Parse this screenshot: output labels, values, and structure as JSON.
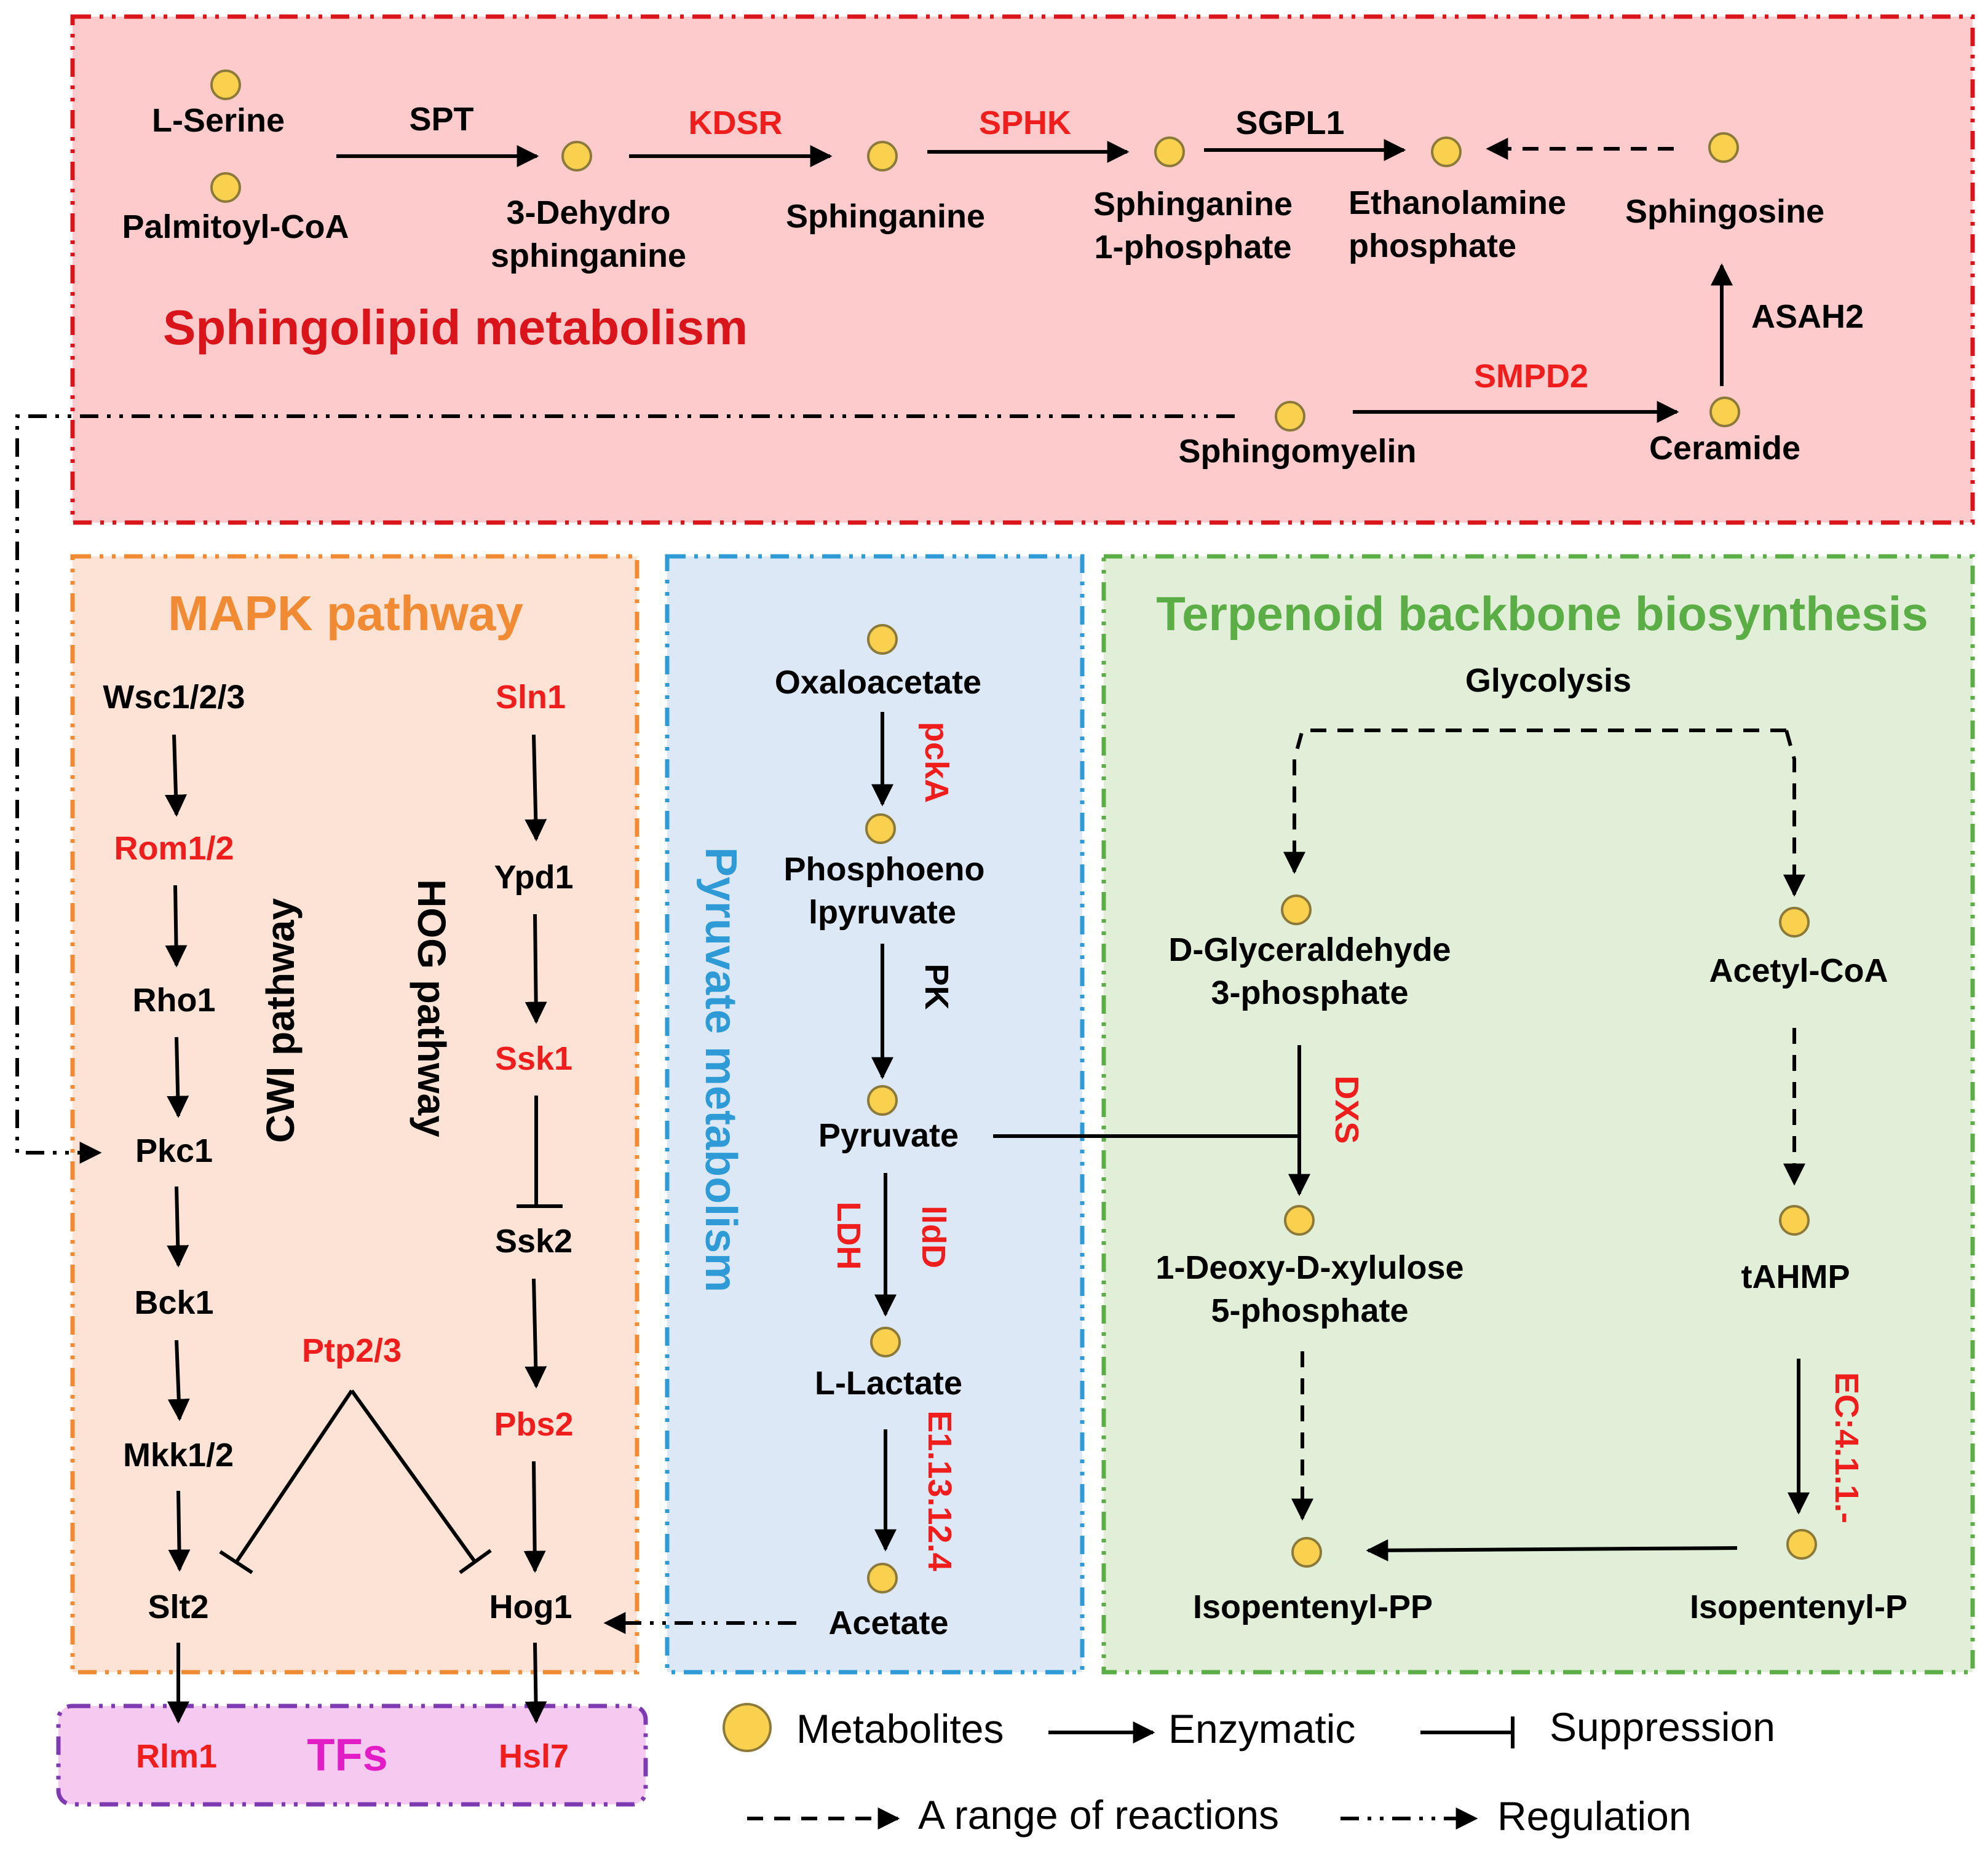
{
  "colors": {
    "sphingo_bg": "#FDCBCB",
    "sphingo_border": "#D9141A",
    "sphingo_title": "#D9141A",
    "mapk_bg": "#FDE3D6",
    "mapk_border": "#F08A33",
    "mapk_title": "#F08A33",
    "pyruvate_bg": "#DCE8F5",
    "pyruvate_border": "#2E9BD6",
    "pyruvate_title": "#2E9BD6",
    "terp_bg": "#E1EED8",
    "terp_border": "#5BAE45",
    "terp_title": "#5BAE45",
    "tf_bg": "#F6C9F1",
    "tf_border": "#7E3BB1",
    "tf_title": "#E21DC6",
    "highlight_text": "#F01D1D",
    "metabolite": "#F9D14F"
  },
  "sphingolipid": {
    "title": "Sphingolipid metabolism",
    "l_serine": "L-Serine",
    "palmitoyl_coa": "Palmitoyl-CoA",
    "spt": "SPT",
    "dehydro_1": "3-Dehydro",
    "dehydro_2": "sphinganine",
    "kdsr": "KDSR",
    "sphinganine": "Sphinganine",
    "sphk": "SPHK",
    "s1p_1": "Sphinganine",
    "s1p_2": "1-phosphate",
    "sgpl1": "SGPL1",
    "etha_1": "Ethanolamine",
    "etha_2": "phosphate",
    "sphingosine": "Sphingosine",
    "asah2": "ASAH2",
    "smpd2": "SMPD2",
    "sphingomyelin": "Sphingomyelin",
    "ceramide": "Ceramide"
  },
  "mapk": {
    "title": "MAPK pathway",
    "cwi": "CWI pathway",
    "hog": "HOG pathway",
    "wsc": "Wsc1/2/3",
    "rom": "Rom1/2",
    "rho1": "Rho1",
    "pkc1": "Pkc1",
    "bck1": "Bck1",
    "mkk": "Mkk1/2",
    "slt2": "Slt2",
    "ptp": "Ptp2/3",
    "sln1": "Sln1",
    "ypd1": "Ypd1",
    "ssk1": "Ssk1",
    "ssk2": "Ssk2",
    "pbs2": "Pbs2",
    "hog1": "Hog1"
  },
  "tfs": {
    "title": "TFs",
    "rlm1": "Rlm1",
    "hsl7": "Hsl7"
  },
  "pyruvate": {
    "title": "Pyruvate metabolism",
    "oxaloacetate": "Oxaloacetate",
    "pcka": "pckA",
    "pep_1": "Phosphoeno",
    "pep_2": "lpyruvate",
    "pk": "PK",
    "pyruvate": "Pyruvate",
    "ldh": "LDH",
    "lldd": "lldD",
    "lactate": "L-Lactate",
    "e1": "E1.13.12.4",
    "acetate": "Acetate"
  },
  "terpenoid": {
    "title": "Terpenoid backbone biosynthesis",
    "glycolysis": "Glycolysis",
    "g3p_1": "D-Glyceraldehyde",
    "g3p_2": "3-phosphate",
    "acetyl_coa": "Acetyl-CoA",
    "dxs": "DXS",
    "dxp_1": "1-Deoxy-D-xylulose",
    "dxp_2": "5-phosphate",
    "tahmp": "tAHMP",
    "ec": "EC:4.1.1.-",
    "ipp": "Isopentenyl-PP",
    "ip": "Isopentenyl-P"
  },
  "legend": {
    "metabolites": "Metabolites",
    "enzymatic": "Enzymatic",
    "suppression": "Suppression",
    "range": "A range of reactions",
    "regulation": "Regulation"
  }
}
